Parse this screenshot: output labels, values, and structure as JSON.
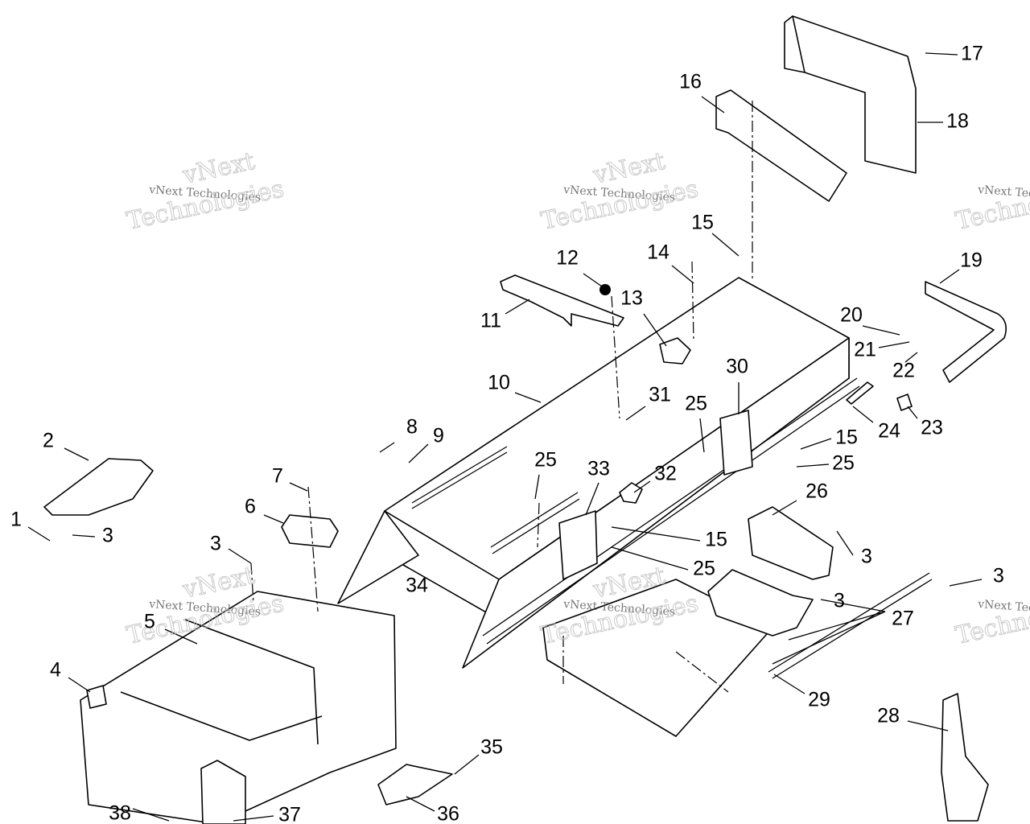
{
  "diagram": {
    "type": "exploded parts diagram",
    "callouts": [
      "17",
      "18",
      "16",
      "15",
      "14",
      "12",
      "13",
      "19",
      "20",
      "21",
      "22",
      "11",
      "10",
      "30",
      "31",
      "25",
      "24",
      "23",
      "15",
      "25",
      "8",
      "9",
      "2",
      "25",
      "33",
      "32",
      "7",
      "6",
      "26",
      "1",
      "3",
      "15",
      "3",
      "3",
      "25",
      "34",
      "3",
      "3",
      "27",
      "5",
      "4",
      "29",
      "28",
      "35",
      "38",
      "37",
      "36"
    ]
  },
  "watermark": {
    "small": "vNext Technologies",
    "big_line1": "vNext",
    "big_line2": "Technologies"
  }
}
